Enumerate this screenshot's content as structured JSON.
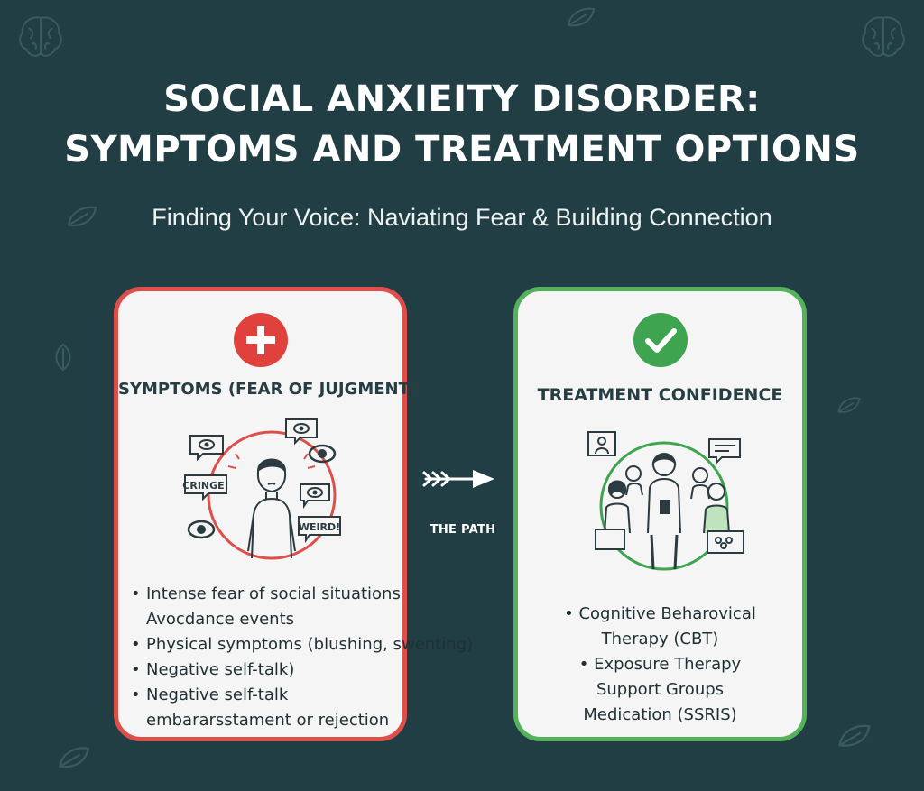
{
  "header": {
    "title_line1": "SOCIAL ANXIEITY DISORDER:",
    "title_line2": "SYMPTOMS AND TREATMENT OPTIONS",
    "subtitle": "Finding Your Voice: Naviating Fear & Building Connection"
  },
  "symptoms_card": {
    "title": "SYMPTOMS (FEAR OF JUJGMENT)",
    "badge_icon": "plus-icon",
    "accent_color": "#de4f4a",
    "bubble_words": [
      "CRINGE!",
      "WEIRD!"
    ],
    "items": [
      "Intense fear of social situations",
      "Avocdance events",
      "Physical symptoms (blushing, swenting)",
      "Negative self-talk)",
      "Negative self-talk",
      "embararsstament or rejection"
    ]
  },
  "connector": {
    "label": "THE PATH",
    "icon": "arrow-right-icon"
  },
  "treatment_card": {
    "title": "TREATMENT CONFIDENCE",
    "badge_icon": "check-icon",
    "accent_color": "#55b25a",
    "items": [
      "Cognitive Beharovical",
      "Therapy (CBT)",
      "Exposure Therapy",
      "Support Groups",
      "Medication (SSRIS)"
    ]
  },
  "colors": {
    "background": "#213e45",
    "card_bg": "#f4f5f4",
    "text_dark": "#263d43"
  }
}
